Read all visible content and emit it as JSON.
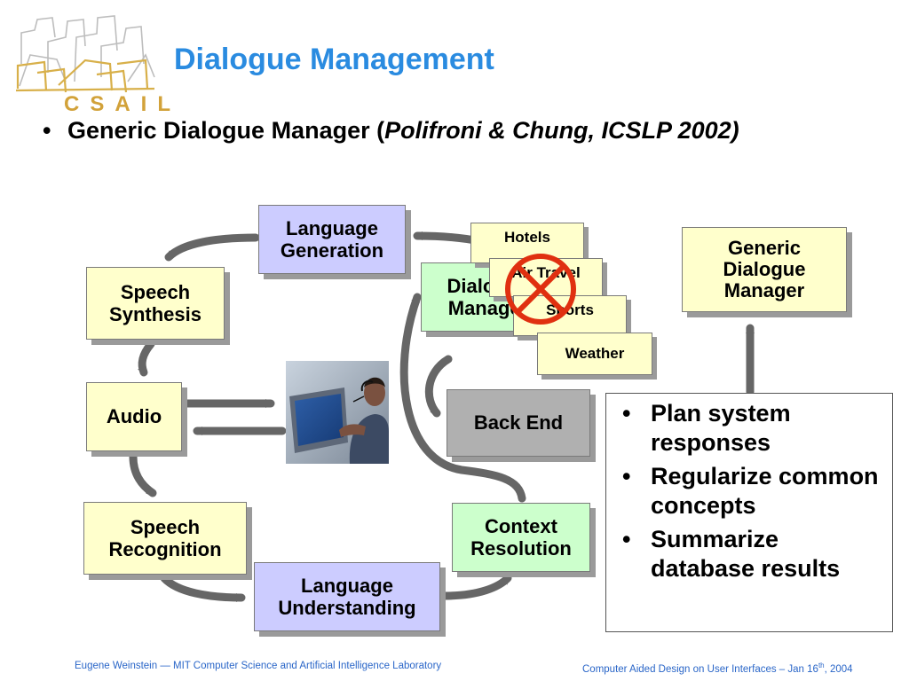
{
  "title": "Dialogue Management",
  "logo_text": "CSAIL",
  "main_bullet": {
    "bullet": "•",
    "text_plain": "Generic Dialogue Manager (",
    "text_italic": "Polifroni & Chung, ICSLP 2002)"
  },
  "boxes": {
    "language_generation": "Language\nGeneration",
    "speech_synthesis": "Speech\nSynthesis",
    "audio": "Audio",
    "speech_recognition": "Speech\nRecognition",
    "language_understanding": "Language\nUnderstanding",
    "context_resolution": "Context\nResolution",
    "back_end": "Back End",
    "dialogue_manager": "Dialogue\nManager",
    "generic_dialogue_manager": "Generic\nDialogue\nManager"
  },
  "domains": [
    "Hotels",
    "Air Travel",
    "Sports",
    "Weather"
  ],
  "side_list": {
    "bullet": "•",
    "items": [
      "Plan system responses",
      "Regularize common concepts",
      "Summarize database results"
    ]
  },
  "footer": {
    "left": "Eugene Weinstein — MIT Computer Science and Artificial Intelligence Laboratory",
    "right_prefix": "Computer Aided Design on User Interfaces – Jan 16",
    "right_sup": "th",
    "right_suffix": ", 2004"
  },
  "colors": {
    "title": "#2a8be0",
    "footer": "#2a66c8",
    "yellow_box": "#ffffcc",
    "blue_box": "#ccccff",
    "green_box": "#ccffcc",
    "gray_box": "#b0b0b0",
    "arrow": "#666666",
    "cross": "#e03010"
  },
  "icons": [
    "csail-logo",
    "user-at-computer-photo",
    "cross-out-icon"
  ]
}
